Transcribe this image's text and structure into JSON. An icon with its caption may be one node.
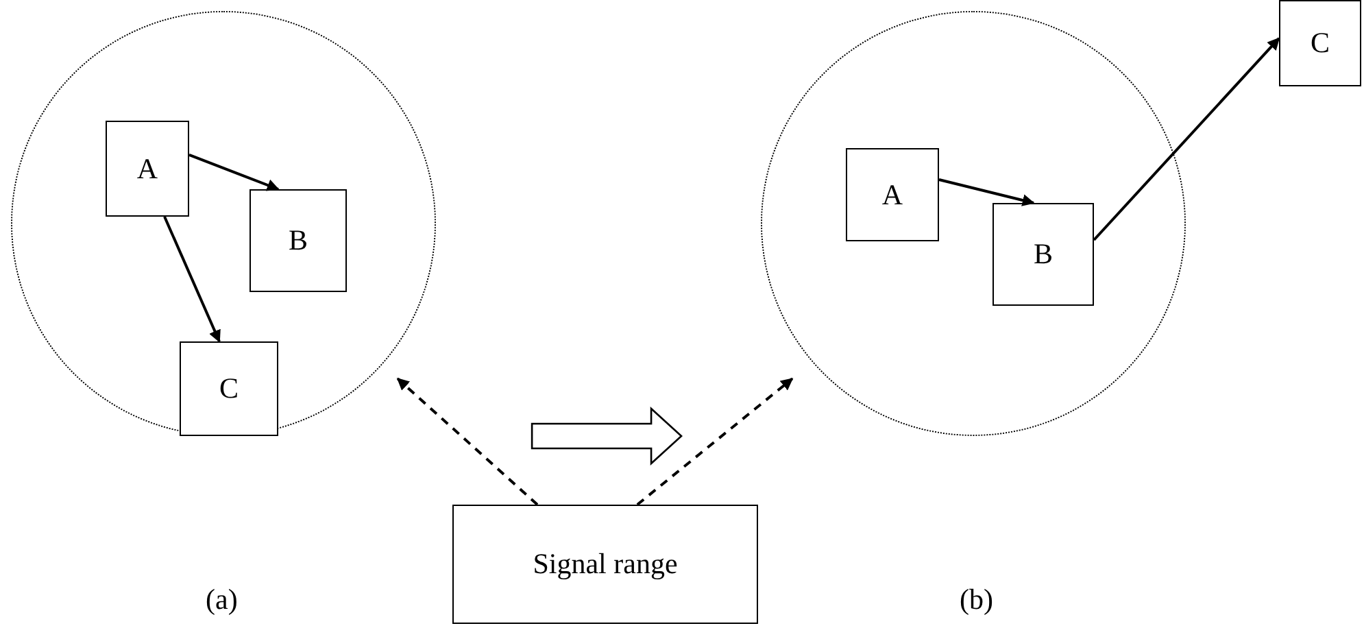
{
  "diagram": {
    "nodes": [
      {
        "text": [],
        "shape": "circle"
      },
      {
        "text": [
          "A"
        ],
        "in": 0
      },
      {
        "text": [
          "B"
        ],
        "in": 0
      },
      {
        "text": [
          "C"
        ],
        "in": 0
      },
      {
        "text": [],
        "shape": "circle"
      },
      {
        "text": [
          "A"
        ],
        "in": 4
      },
      {
        "text": [
          "B"
        ],
        "in": 4
      },
      {
        "text": [
          "C"
        ]
      },
      {
        "text": [
          "Signal range"
        ]
      }
    ],
    "edges": [
      {
        "from": 1,
        "to": 2,
        "arrow": "to"
      },
      {
        "from": 1,
        "to": 3,
        "arrow": "to"
      },
      {
        "from": 0,
        "to": 4,
        "arrow": "to",
        "style": "thick"
      },
      {
        "from": 5,
        "to": 6,
        "arrow": "to"
      },
      {
        "from": 6,
        "to": 7,
        "arrow": "to"
      },
      {
        "from": 8,
        "to": 0,
        "arrow": "to",
        "style": "dashed"
      },
      {
        "from": 8,
        "to": 4,
        "arrow": "to",
        "style": "dashed"
      }
    ],
    "labels": [
      "(a)",
      "(b)"
    ]
  }
}
